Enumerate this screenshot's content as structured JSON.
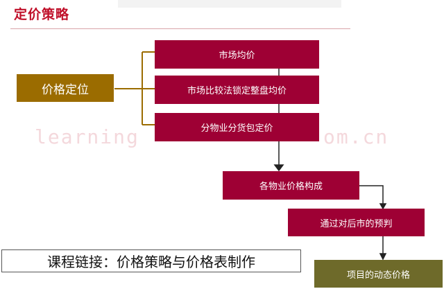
{
  "title": "定价策略",
  "watermark": [
    "learning",
    "om.cn"
  ],
  "root": {
    "label": "价格定位",
    "color": "#9b6c00"
  },
  "methods": [
    {
      "label": "市场均价"
    },
    {
      "label": "市场比较法锁定整盘均价"
    },
    {
      "label": "分物业分货包定价"
    }
  ],
  "flow": [
    {
      "label": "各物业价格构成"
    },
    {
      "label": "通过对后市的预判"
    },
    {
      "label": "项目的动态价格"
    }
  ],
  "course_link": "课程链接：价格策略与价格表制作",
  "colors": {
    "primary": "#9e0034",
    "gold": "#9b6c00",
    "olive": "#6e6a2a",
    "title": "#c0102a"
  }
}
